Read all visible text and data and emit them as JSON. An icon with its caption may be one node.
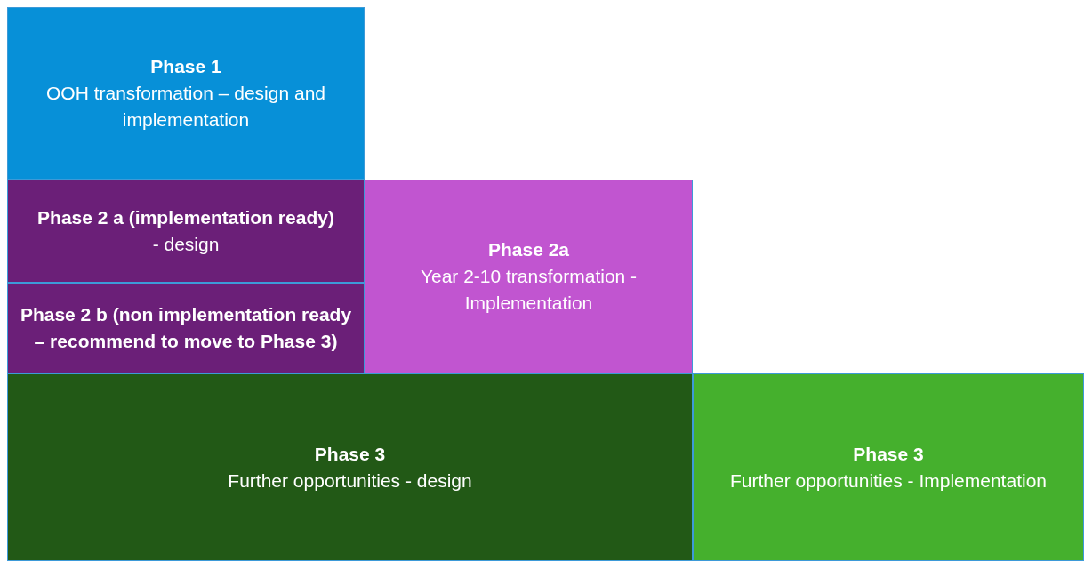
{
  "diagram": {
    "nodes": [
      {
        "text": [
          "Phase 1",
          "OOH transformation – design and implementation"
        ]
      },
      {
        "text": [
          "Phase 2 a (implementation ready)",
          "- design"
        ]
      },
      {
        "text": [
          "Phase 2 b (non implementation ready – recommend to move to Phase 3)"
        ]
      },
      {
        "text": [
          "Phase 2a",
          "Year 2-10 transformation - Implementation"
        ]
      },
      {
        "text": [
          "Phase 3",
          "Further opportunities - design"
        ]
      },
      {
        "text": [
          "Phase 3",
          "Further opportunities - Implementation"
        ]
      }
    ]
  }
}
